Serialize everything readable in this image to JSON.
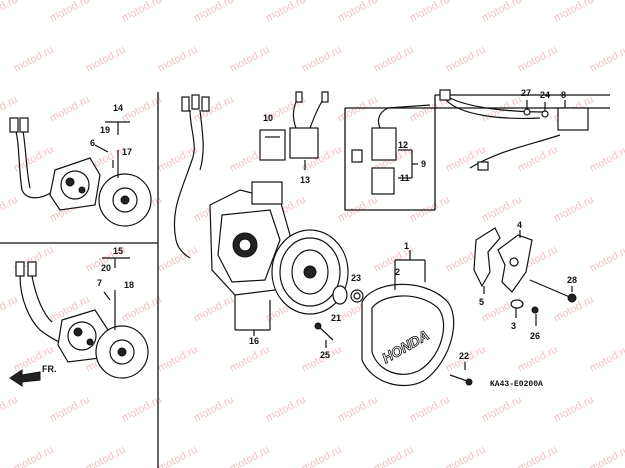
{
  "watermark": "motod.ru",
  "diagram_code": "KA43-E0200A",
  "direction_label": "FR.",
  "cover_text": "HONDA",
  "part_numbers": [
    "1",
    "2",
    "3",
    "4",
    "5",
    "6",
    "7",
    "8",
    "9",
    "10",
    "11",
    "12",
    "13",
    "14",
    "15",
    "16",
    "17",
    "18",
    "19",
    "20",
    "21",
    "22",
    "23",
    "24",
    "25",
    "26",
    "27",
    "28"
  ],
  "callouts": {
    "c14": "14",
    "c19": "19",
    "c6": "6",
    "c17": "17",
    "c15": "15",
    "c20": "20",
    "c7": "7",
    "c18": "18",
    "c10": "10",
    "c13": "13",
    "c12": "12",
    "c9": "9",
    "c11": "11",
    "c27": "27",
    "c24": "24",
    "c8": "8",
    "c1": "1",
    "c2": "2",
    "c23": "23",
    "c21": "21",
    "c16": "16",
    "c25": "25",
    "c22": "22",
    "c4": "4",
    "c5": "5",
    "c3": "3",
    "c26": "26",
    "c28": "28"
  }
}
